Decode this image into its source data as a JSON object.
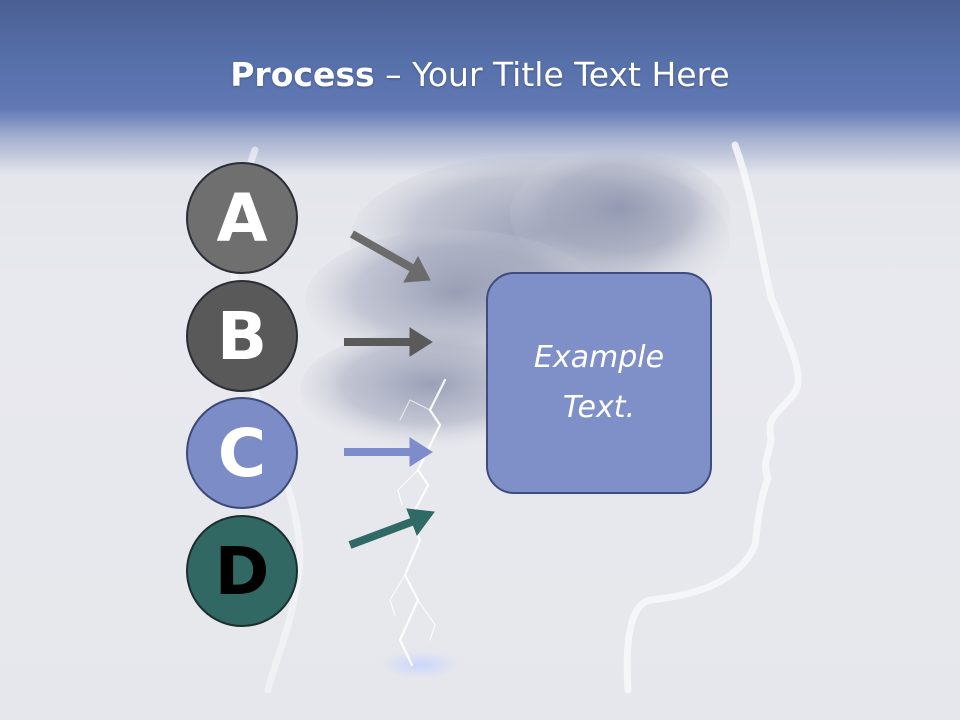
{
  "slide": {
    "title_bold": "Process",
    "title_rest": " – Your Title Text Here"
  },
  "steps": [
    {
      "letter": "A",
      "color": "#6f6f6f",
      "arrow_color": "#6b6b6b"
    },
    {
      "letter": "B",
      "color": "#595959",
      "arrow_color": "#5a5a5a"
    },
    {
      "letter": "C",
      "color": "#7b8cc6",
      "arrow_color": "#7d8ccb"
    },
    {
      "letter": "D",
      "color": "#316864",
      "arrow_color": "#2f6a66"
    }
  ],
  "result_box": {
    "text": "Example Text.",
    "color": "#7f8fc7"
  },
  "background": {
    "header_color": "#5670aa",
    "art": [
      "head-silhouette",
      "storm-cloud",
      "lightning-bolt"
    ]
  }
}
